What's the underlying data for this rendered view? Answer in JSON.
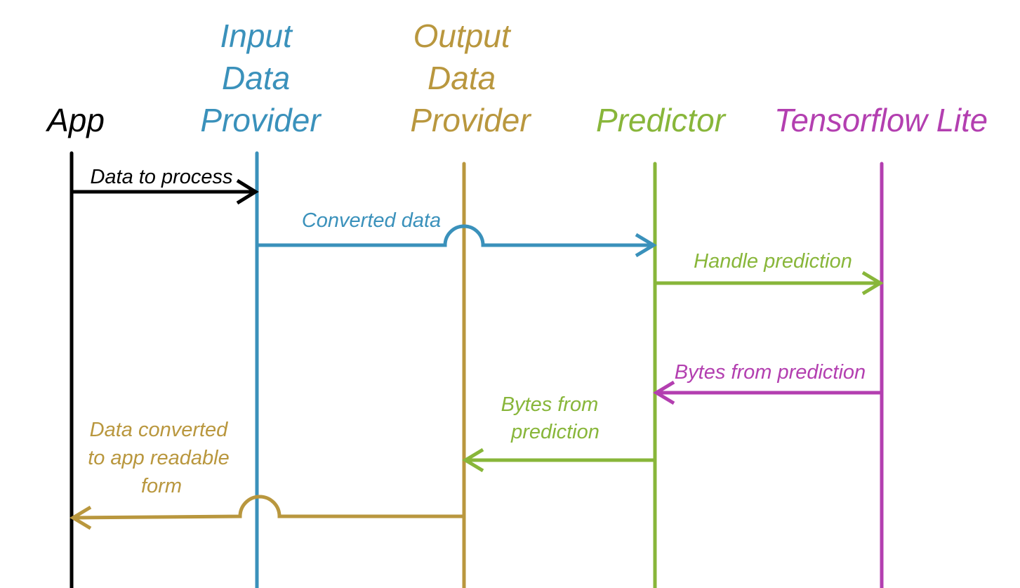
{
  "colors": {
    "app": "#000000",
    "input_provider": "#3a91bb",
    "output_provider": "#b9973e",
    "predictor": "#88b63a",
    "tflite": "#b33fb0"
  },
  "participants": {
    "app": {
      "lines": [
        "App"
      ]
    },
    "input_provider": {
      "lines": [
        "Input",
        "Data",
        "Provider"
      ]
    },
    "output_provider": {
      "lines": [
        "Output",
        "Data",
        "Provider"
      ]
    },
    "predictor": {
      "lines": [
        "Predictor"
      ]
    },
    "tflite": {
      "lines": [
        "Tensorflow Lite"
      ]
    }
  },
  "messages": [
    {
      "id": "data-to-process",
      "from": "app",
      "to": "input_provider",
      "lines": [
        "Data to process"
      ]
    },
    {
      "id": "converted-data",
      "from": "input_provider",
      "to": "predictor",
      "lines": [
        "Converted data"
      ]
    },
    {
      "id": "handle-prediction",
      "from": "predictor",
      "to": "tflite",
      "lines": [
        "Handle prediction"
      ]
    },
    {
      "id": "bytes-from-prediction-tflite",
      "from": "tflite",
      "to": "predictor",
      "lines": [
        "Bytes from prediction"
      ]
    },
    {
      "id": "bytes-from-prediction-predictor",
      "from": "predictor",
      "to": "output_provider",
      "lines": [
        "Bytes from",
        "prediction"
      ]
    },
    {
      "id": "data-converted",
      "from": "output_provider",
      "to": "app",
      "lines": [
        "Data converted",
        "to app readable",
        "form"
      ]
    }
  ]
}
